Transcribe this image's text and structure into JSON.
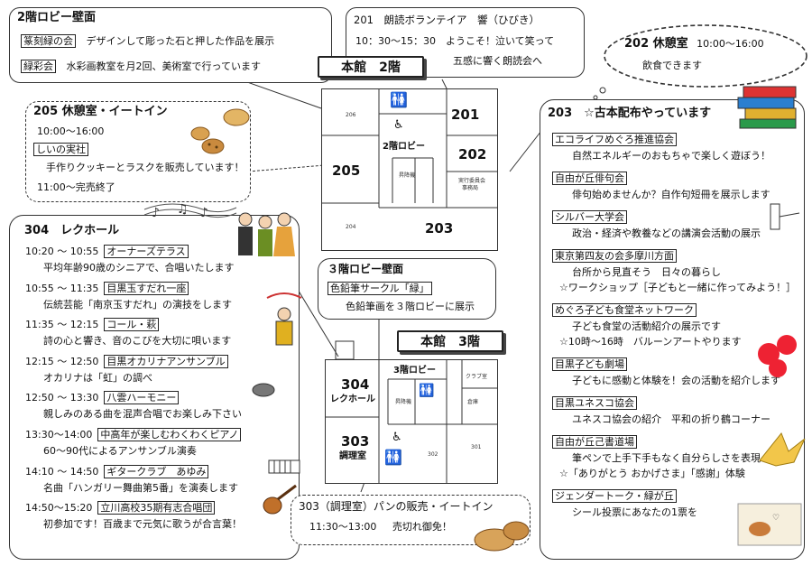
{
  "lobby2f": {
    "title": "2階ロビー壁面",
    "item1_name": "篆刻緑の会",
    "item1_desc": "デザインして彫った石と押した作品を展示",
    "item2_name": "緑彩会",
    "item2_desc": "水彩画教室を月2回、美術室で行っています"
  },
  "room201": {
    "title": "201　朗読ボランテイア　響（ひびき）",
    "line1": "10：30～15：30　ようこそ！泣いて笑って",
    "line2": "五感に響く朗読会へ"
  },
  "room202": {
    "title": "202 休憩室",
    "time": "10:00～16:00",
    "desc": "飲食できます"
  },
  "room205": {
    "title": "205 休憩室・イートイン",
    "time": "10:00～16:00",
    "name": "しいの実社",
    "desc": "手作りクッキーとラスクを販売しています！",
    "end": "11:00～完売終了"
  },
  "hall304": {
    "title": "304　レクホール",
    "items": [
      {
        "time": "10:20 ～ 10:55",
        "name": "オーナーズテラス",
        "desc": "平均年齢90歳のシニアで、合唱いたします"
      },
      {
        "time": "10:55 ～ 11:35",
        "name": "目黒玉すだれ一座",
        "desc": "伝統芸能「南京玉すだれ」の演技をします"
      },
      {
        "time": "11:35 ～ 12:15",
        "name": "コール・萩",
        "desc": "詩の心と響き、音のこびを大切に唄います"
      },
      {
        "time": "12:15 ～ 12:50",
        "name": "目黒オカリナアンサンブル",
        "desc": "オカリナは「虹」の調べ"
      },
      {
        "time": "12:50 ～ 13:30",
        "name": "八雲ハーモニー",
        "desc": "親しみのある曲を混声合唱でお楽しみ下さい"
      },
      {
        "time": "13:30～14:00",
        "name": "中高年が楽しむわくわくピアノ",
        "desc": "60～90代によるアンサンブル演奏"
      },
      {
        "time": "14:10 ～ 14:50",
        "name": "ギタークラブ　あゆみ",
        "desc": "名曲「ハンガリー舞曲第5番」を演奏します"
      },
      {
        "time": "14:50～15:20",
        "name": "立川高校35期有志合唱団",
        "desc": "初参加です！百歳まで元気に歌うが合言葉！"
      }
    ]
  },
  "lobby3f": {
    "title": "３階ロビー壁面",
    "name": "色鉛筆サークル「緑」",
    "desc": "色鉛筆画を３階ロビーに展示"
  },
  "room303": {
    "title": "303（調理室）パンの販売・イートイン",
    "time": "11:30～13:00",
    "note": "売切れ御免！"
  },
  "room203": {
    "title": "203　☆古本配布やっています",
    "items": [
      {
        "name": "エコライフめぐろ推進協会",
        "desc": [
          "自然エネルギーのおもちゃで楽しく遊ぼう！"
        ]
      },
      {
        "name": "自由が丘俳句会",
        "desc": [
          "俳句始めませんか？自作句短冊を展示します"
        ]
      },
      {
        "name": "シルバー大学会",
        "desc": [
          "政治・経済や教養などの講演会活動の展示"
        ]
      },
      {
        "name": "東京第四友の会多摩川方面",
        "desc": [
          "台所から見直そう　日々の暮らし",
          "☆ワークショップ［子どもと一緒に作ってみよう！］"
        ]
      },
      {
        "name": "めぐろ子ども食堂ネットワーク",
        "desc": [
          "子ども食堂の活動紹介の展示です",
          "☆10時～16時　バルーンアートやります"
        ]
      },
      {
        "name": "目黒子ども劇場",
        "desc": [
          "子どもに感動と体験を！会の活動を紹介します"
        ]
      },
      {
        "name": "目黒ユネスコ協会",
        "desc": [
          "ユネスコ協会の紹介　平和の折り鶴コーナー"
        ]
      },
      {
        "name": "自由が丘己書道場",
        "desc": [
          "筆ペンで上手下手もなく自分らしさを表現",
          "☆「ありがとう おかげさま」「感謝」体験"
        ]
      },
      {
        "name": "ジェンダートーク・緑が丘",
        "desc": [
          "シール投票にあなたの1票を"
        ]
      }
    ]
  },
  "map2f": {
    "title": "本館　2階",
    "r201": "201",
    "r202": "202",
    "r203": "203",
    "r205": "205",
    "r206": "206",
    "r204": "204",
    "lobby": "2階ロビー",
    "office": "実行委員会",
    "office2": "事務局",
    "elev": "昇降機"
  },
  "map3f": {
    "title": "本館　3階",
    "r304": "304",
    "r304b": "レクホール",
    "r303": "303",
    "r303b": "調理室",
    "lobby": "3階ロビー",
    "club": "クラブ室",
    "r302": "302",
    "r301": "301",
    "storage": "倉庫",
    "elev": "昇降機"
  }
}
